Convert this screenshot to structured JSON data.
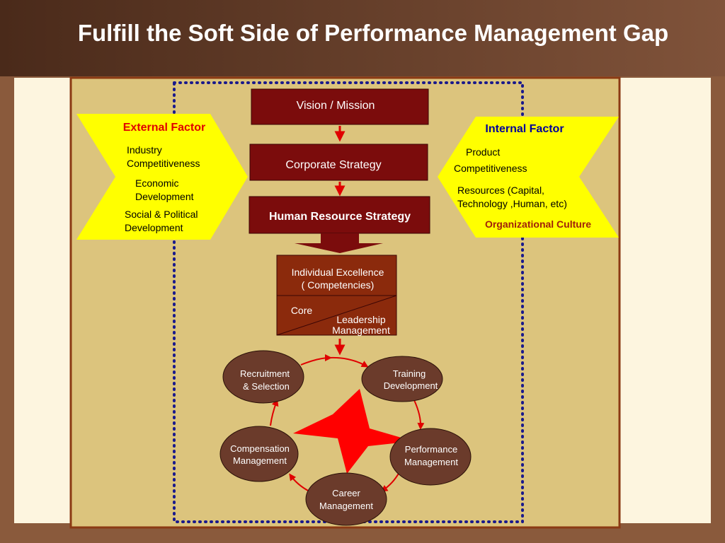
{
  "title": "Fulfill the Soft Side of Performance Management Gap",
  "colors": {
    "title_bar_dark": "#4a2a1a",
    "title_bar_light": "#7a4e35",
    "page_bg": "#fdf5df",
    "panel": "#dcc47d",
    "panel_border": "#8b3a14",
    "dark_red": "#7b0c0c",
    "yellow": "#ffff00",
    "circle": "#6b3b2b",
    "arrow_red": "#e00000",
    "star": "#ff0000",
    "dots": "#1a1a8c",
    "competency_box": "#8b2a0c",
    "external_title": "#e00000",
    "internal_title": "#000099",
    "org_culture": "#a0200a"
  },
  "external": {
    "title": "External Factor",
    "lines": [
      "Industry",
      "Competitiveness",
      "Economic",
      "Development",
      "Social & Political",
      "Development"
    ]
  },
  "internal": {
    "title": "Internal Factor",
    "lines": [
      "Product",
      "Competitiveness",
      "Resources (Capital,",
      "Technology ,Human, etc)"
    ],
    "highlight": "Organizational Culture"
  },
  "flow": {
    "vision": "Vision / Mission",
    "corporate": "Corporate Strategy",
    "hr": "Human Resource Strategy"
  },
  "competency": {
    "line1": "Individual Excellence",
    "line2": "( Competencies)",
    "core": "Core",
    "leadership1": "Leadership",
    "leadership2": "Management"
  },
  "cycle": {
    "recruitment": [
      "Recruitment",
      "& Selection"
    ],
    "training": [
      "Training",
      "Development"
    ],
    "performance": [
      "Performance",
      "Management"
    ],
    "career": [
      "Career",
      "Management"
    ],
    "compensation": [
      "Compensation",
      "Management"
    ]
  }
}
